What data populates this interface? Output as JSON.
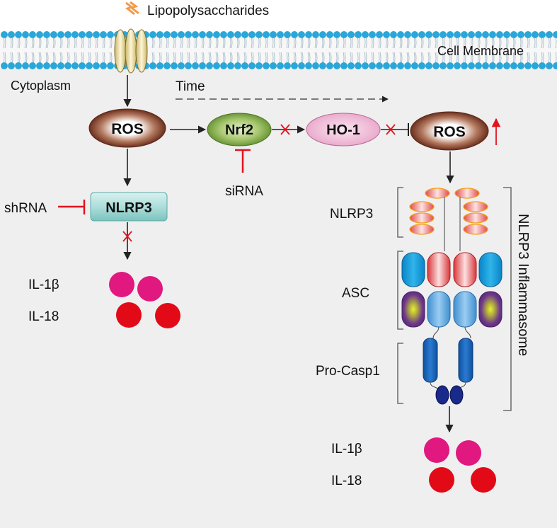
{
  "labels": {
    "lps": "Lipopolysaccharides",
    "membrane": "Cell Membrane",
    "cytoplasm": "Cytoplasm",
    "time": "Time",
    "ros_left": "ROS",
    "nrf2": "Nrf2",
    "ho1": "HO-1",
    "ros_right": "ROS",
    "nlrp3_box": "NLRP3",
    "shrna": "shRNA",
    "sirna": "siRNA",
    "il1b_left": "IL-1β",
    "il18_left": "IL-18",
    "nlrp3_right": "NLRP3",
    "asc": "ASC",
    "procasp1": "Pro-Casp1",
    "inflammasome": "NLRP3 Inflammasome",
    "il1b_right": "IL-1β",
    "il18_right": "IL-18"
  },
  "colors": {
    "membrane_head": "#2aa7d8",
    "cytoplasm_bg": "#efefef",
    "ros": "#7a3a28",
    "nrf2": "#7aa53a",
    "ho1": "#f2bdd8",
    "nlrp3_box": "#a9dcd9",
    "inhibit": "#e0141e",
    "il1b": "#e0187f",
    "il18": "#e20a17"
  }
}
